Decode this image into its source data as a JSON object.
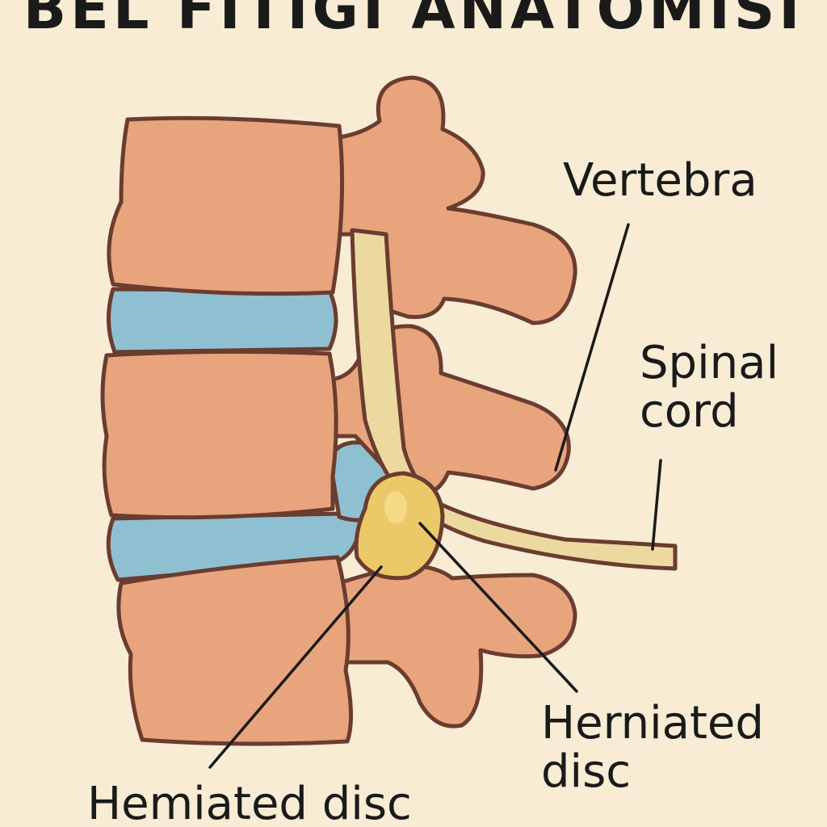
{
  "title": "BEL FITIGI ANATOMISI",
  "labels": {
    "vertebra": "Vertebra",
    "spinal_cord_line1": "Spinal",
    "spinal_cord_line2": "cord",
    "herniated_line1": "Herniated",
    "herniated_line2": "disc",
    "hemiated": "Hemiated disc"
  },
  "colors": {
    "background": "#f8ecd4",
    "bone": "#e8a47c",
    "disc": "#8fc0d2",
    "nerve": "#ecd9a0",
    "hernia": "#ecc968",
    "outline": "#6b3c30"
  }
}
